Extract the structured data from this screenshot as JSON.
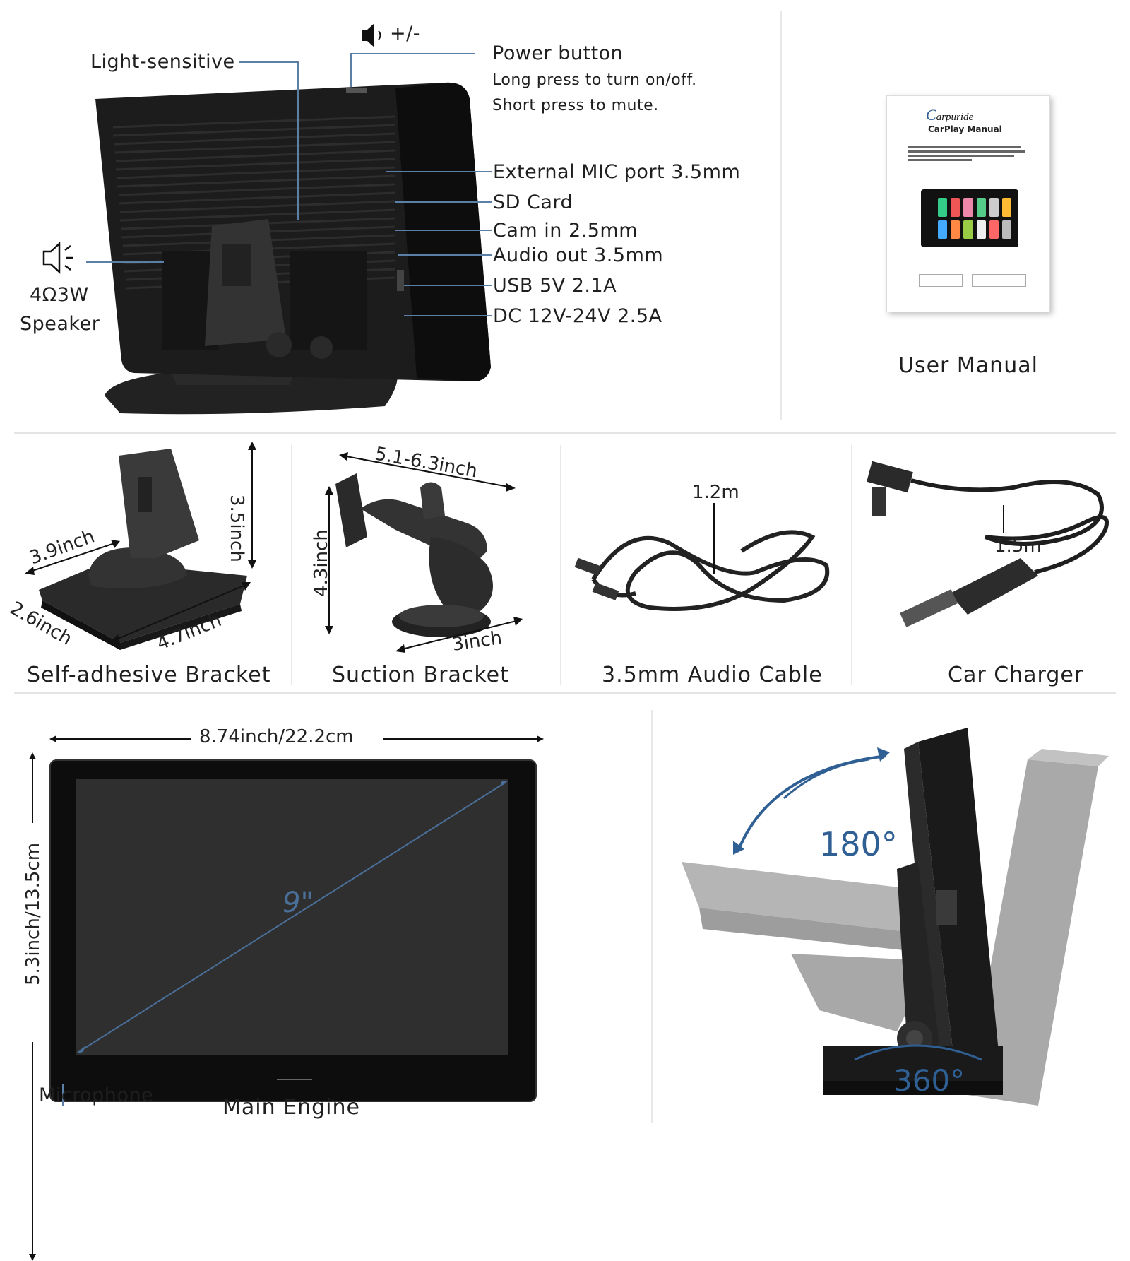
{
  "top": {
    "speaker_volume_label": "+/-",
    "light_sensitive": "Light-sensitive",
    "power_button": "Power button",
    "power_desc_1": "Long press to turn on/off.",
    "power_desc_2": "Short press to mute.",
    "ports": [
      "External MIC port 3.5mm",
      "SD Card",
      "Cam in 2.5mm",
      "Audio out 3.5mm",
      "USB 5V 2.1A",
      "DC 12V-24V 2.5A"
    ],
    "speaker_spec": "4Ω3W",
    "speaker_label": "Speaker",
    "manual_brand": "arpuride",
    "manual_title": "CarPlay Manual",
    "manual_caption": "User Manual"
  },
  "accessories": [
    {
      "caption": "Self-adhesive Bracket",
      "dims": [
        "3.9inch",
        "3.5inch",
        "2.6inch",
        "4.7inch"
      ]
    },
    {
      "caption": "Suction Bracket",
      "dims": [
        "5.1-6.3inch",
        "4.3inch",
        "3inch"
      ]
    },
    {
      "caption": "3.5mm Audio Cable",
      "dims": [
        "1.2m"
      ]
    },
    {
      "caption": "Car Charger",
      "dims": [
        "1.5m"
      ]
    }
  ],
  "bottom": {
    "width_dim": "8.74inch/22.2cm",
    "height_dim": "5.3inch/13.5cm",
    "diagonal": "9\"",
    "microphone": "Microphone",
    "main_engine": "Main Engine",
    "rotate_tilt": "180°",
    "rotate_swivel": "360°"
  },
  "colors": {
    "accent_blue": "#2f5f93",
    "device_black": "#1a1a1a",
    "leader_line": "#5b7fa6"
  }
}
